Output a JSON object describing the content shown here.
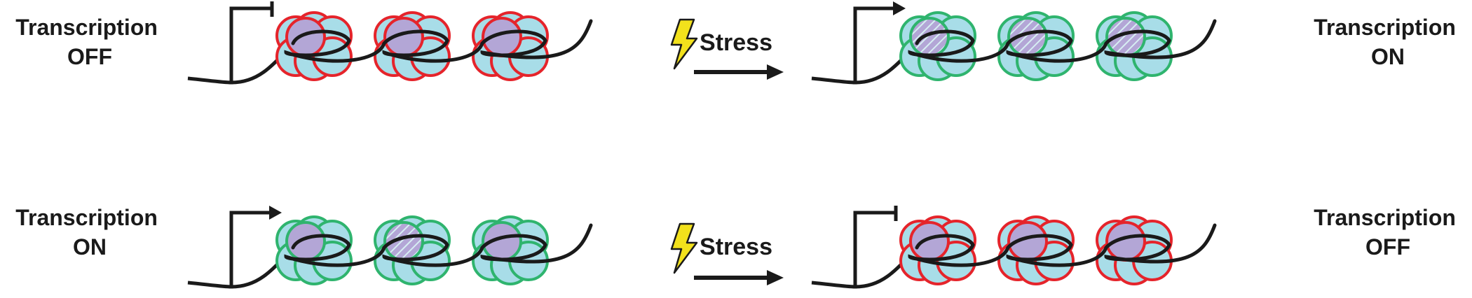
{
  "colors": {
    "repressed_outline": "#e5242b",
    "active_outline": "#2fb46e",
    "histone_fill": "#a8dde8",
    "modified_fill": "#b3a6d6",
    "dna": "#1a1a1a",
    "lightning_fill": "#f2e11c"
  },
  "icons": [
    "promoter-blocked-icon",
    "promoter-arrow-icon",
    "lightning-bolt-icon",
    "right-arrow-icon",
    "nucleosome-icon"
  ],
  "rows": [
    {
      "left_label": [
        "Transcription",
        "OFF"
      ],
      "left_state": "off",
      "stress_label": "Stress",
      "right_label": [
        "Transcription",
        "ON"
      ],
      "right_state": "on"
    },
    {
      "left_label": [
        "Transcription",
        "ON"
      ],
      "left_state": "on",
      "stress_label": "Stress",
      "right_label": [
        "Transcription",
        "OFF"
      ],
      "right_state": "off"
    }
  ]
}
